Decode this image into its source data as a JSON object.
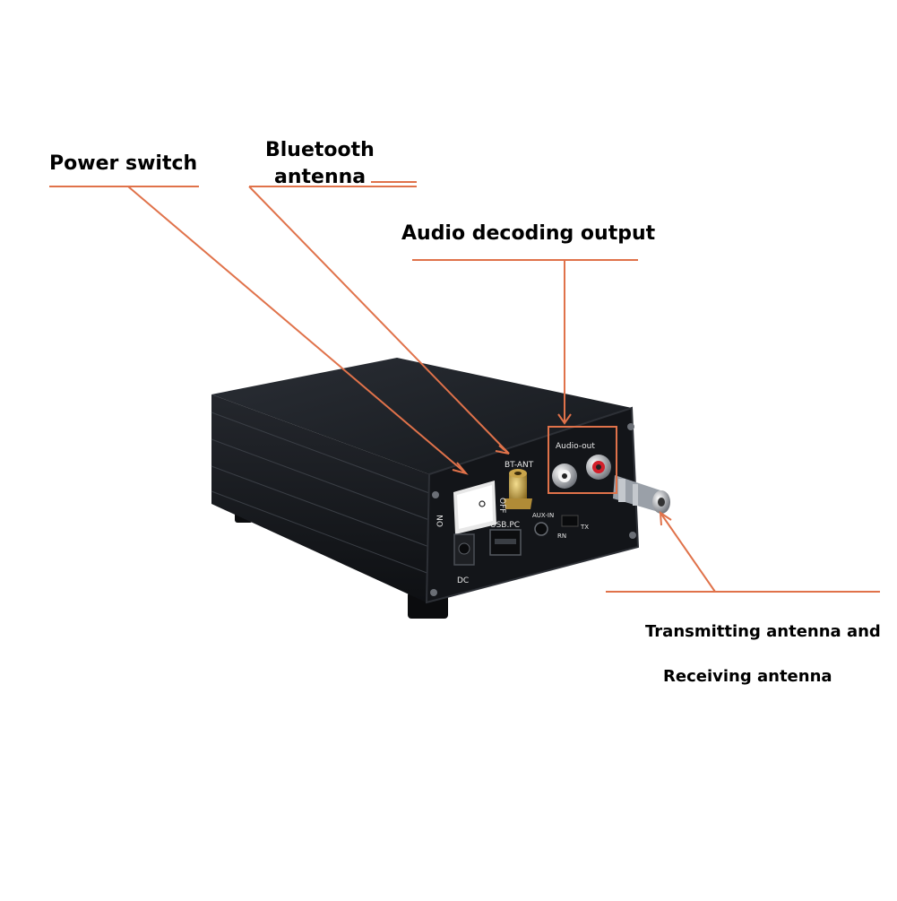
{
  "callouts": {
    "power_switch": "Power switch",
    "bluetooth_antenna_line1": "Bluetooth",
    "bluetooth_antenna_line2": "antenna",
    "audio_decoding_output": "Audio decoding output",
    "transmitting_line1": "Transmitting antenna and",
    "transmitting_line2": "Receiving antenna"
  },
  "panel_labels": {
    "on": "ON",
    "off": "OFF",
    "bt_ant": "BT-ANT",
    "audio_out": "Audio-out",
    "usb_pc": "USB.PC",
    "aux_in": "AUX-IN",
    "rn": "RN",
    "tx": "TX",
    "dc": "DC"
  },
  "colors": {
    "leader_line": "#e0724a",
    "enclosure": "#1a1d22",
    "panel": "#131519"
  }
}
